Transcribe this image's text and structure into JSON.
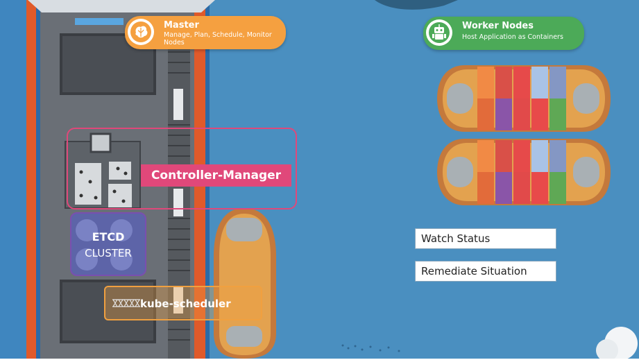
{
  "master": {
    "title": "Master",
    "subtitle_line1": "Manage, Plan, Schedule, Monitor",
    "subtitle_line2": "Nodes",
    "icon": "brain-icon",
    "color": "#f5a040"
  },
  "workers": {
    "title": "Worker Nodes",
    "subtitle": "Host Application as Containers",
    "icon": "robot-icon",
    "color": "#4caa58"
  },
  "controller_manager": {
    "label": "Controller-Manager",
    "color": "#e0487a"
  },
  "etcd": {
    "title": "ETCD",
    "subtitle": "CLUSTER",
    "color": "#7a4fb0"
  },
  "kube_scheduler": {
    "label": "kube-scheduler",
    "color": "#f0a040"
  },
  "status_boxes": [
    {
      "label": "Watch Status"
    },
    {
      "label": "Remediate Situation"
    }
  ]
}
